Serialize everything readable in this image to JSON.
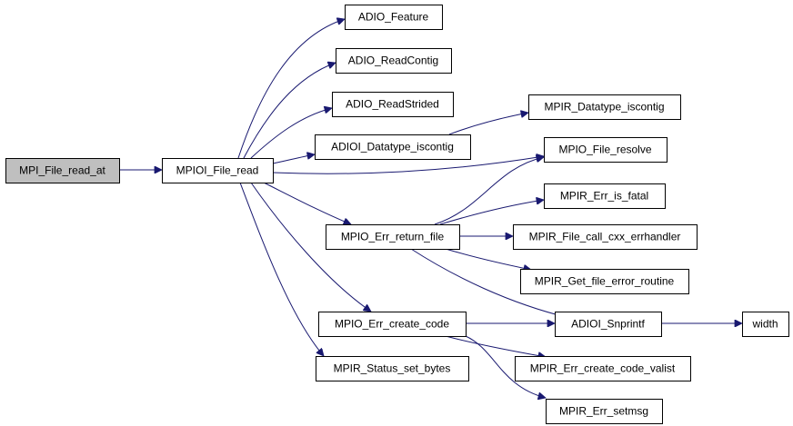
{
  "diagram": {
    "edge_color": "#191970",
    "root_fill": "#bfbfbf",
    "nodes": [
      {
        "id": "mpi_file_read_at",
        "label": "MPI_File_read_at",
        "root": true
      },
      {
        "id": "mpioi_file_read",
        "label": "MPIOI_File_read"
      },
      {
        "id": "adio_feature",
        "label": "ADIO_Feature"
      },
      {
        "id": "adio_readcontig",
        "label": "ADIO_ReadContig"
      },
      {
        "id": "adio_readstrided",
        "label": "ADIO_ReadStrided"
      },
      {
        "id": "adioi_datatype_iscontig",
        "label": "ADIOI_Datatype_iscontig"
      },
      {
        "id": "mpir_datatype_iscontig",
        "label": "MPIR_Datatype_iscontig"
      },
      {
        "id": "mpio_file_resolve",
        "label": "MPIO_File_resolve"
      },
      {
        "id": "mpio_err_return_file",
        "label": "MPIO_Err_return_file"
      },
      {
        "id": "mpir_err_is_fatal",
        "label": "MPIR_Err_is_fatal"
      },
      {
        "id": "mpir_file_call_cxx_errhandler",
        "label": "MPIR_File_call_cxx_errhandler"
      },
      {
        "id": "mpir_get_file_error_routine",
        "label": "MPIR_Get_file_error_routine"
      },
      {
        "id": "adioi_snprintf",
        "label": "ADIOI_Snprintf"
      },
      {
        "id": "width",
        "label": "width"
      },
      {
        "id": "mpio_err_create_code",
        "label": "MPIO_Err_create_code"
      },
      {
        "id": "mpir_err_create_code_valist",
        "label": "MPIR_Err_create_code_valist"
      },
      {
        "id": "mpir_status_set_bytes",
        "label": "MPIR_Status_set_bytes"
      },
      {
        "id": "mpir_err_setmsg",
        "label": "MPIR_Err_setmsg"
      }
    ],
    "edges": [
      {
        "from": "mpi_file_read_at",
        "to": "mpioi_file_read"
      },
      {
        "from": "mpioi_file_read",
        "to": "adio_feature"
      },
      {
        "from": "mpioi_file_read",
        "to": "adio_readcontig"
      },
      {
        "from": "mpioi_file_read",
        "to": "adio_readstrided"
      },
      {
        "from": "mpioi_file_read",
        "to": "adioi_datatype_iscontig"
      },
      {
        "from": "mpioi_file_read",
        "to": "mpio_file_resolve"
      },
      {
        "from": "mpioi_file_read",
        "to": "mpio_err_return_file"
      },
      {
        "from": "mpioi_file_read",
        "to": "mpio_err_create_code"
      },
      {
        "from": "mpioi_file_read",
        "to": "mpir_status_set_bytes"
      },
      {
        "from": "adioi_datatype_iscontig",
        "to": "mpir_datatype_iscontig"
      },
      {
        "from": "mpio_err_return_file",
        "to": "mpio_file_resolve"
      },
      {
        "from": "mpio_err_return_file",
        "to": "mpir_err_is_fatal"
      },
      {
        "from": "mpio_err_return_file",
        "to": "mpir_file_call_cxx_errhandler"
      },
      {
        "from": "mpio_err_return_file",
        "to": "mpir_get_file_error_routine"
      },
      {
        "from": "mpio_err_return_file",
        "to": "adioi_snprintf"
      },
      {
        "from": "mpio_err_create_code",
        "to": "adioi_snprintf"
      },
      {
        "from": "mpio_err_create_code",
        "to": "mpir_err_create_code_valist"
      },
      {
        "from": "mpio_err_create_code",
        "to": "mpir_err_setmsg"
      },
      {
        "from": "adioi_snprintf",
        "to": "width"
      }
    ]
  }
}
